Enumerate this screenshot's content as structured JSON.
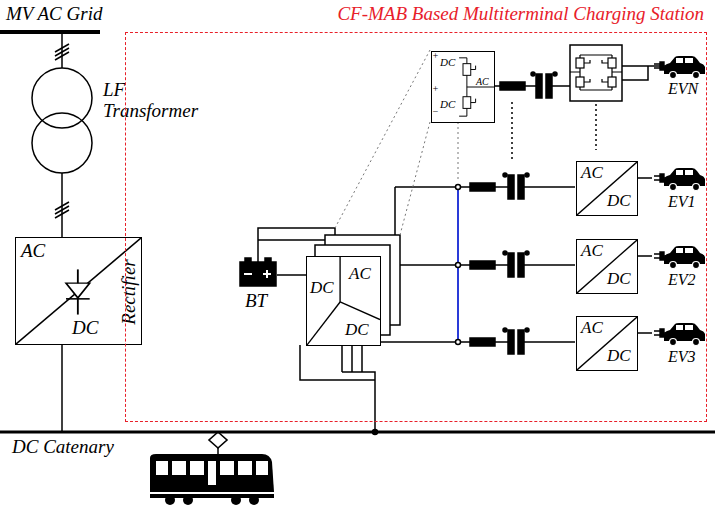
{
  "diagram": {
    "title": "CF-MAB Based Multiterminal Charging Station",
    "nodes": [
      {
        "text": [
          "LF Transformer"
        ]
      },
      {
        "text": [
          "AC",
          "DC",
          "Rectifier"
        ]
      },
      {
        "text": [
          "CF-MAB Based Multiterminal Charging Station"
        ]
      },
      {
        "text": [
          "DC",
          "AC",
          "DC"
        ],
        "in": 2
      },
      {
        "text": [
          "DC",
          "AC",
          "DC"
        ],
        "in": 2
      },
      {
        "text": [
          "BT"
        ],
        "in": 2
      },
      {
        "text": [
          "AC",
          "DC"
        ],
        "in": 2
      },
      {
        "text": [
          "AC",
          "DC"
        ],
        "in": 2
      },
      {
        "text": [
          "AC",
          "DC"
        ],
        "in": 2
      }
    ],
    "edges": [
      {
        "from": 0,
        "to": 1,
        "arrow": "none"
      },
      {
        "from": 5,
        "to": 4,
        "arrow": "none"
      }
    ],
    "labels": [
      "MV AC Grid",
      "+",
      "+",
      "−",
      "EVN",
      "EV1",
      "EV2",
      "EV3",
      "DC Catenary"
    ]
  }
}
